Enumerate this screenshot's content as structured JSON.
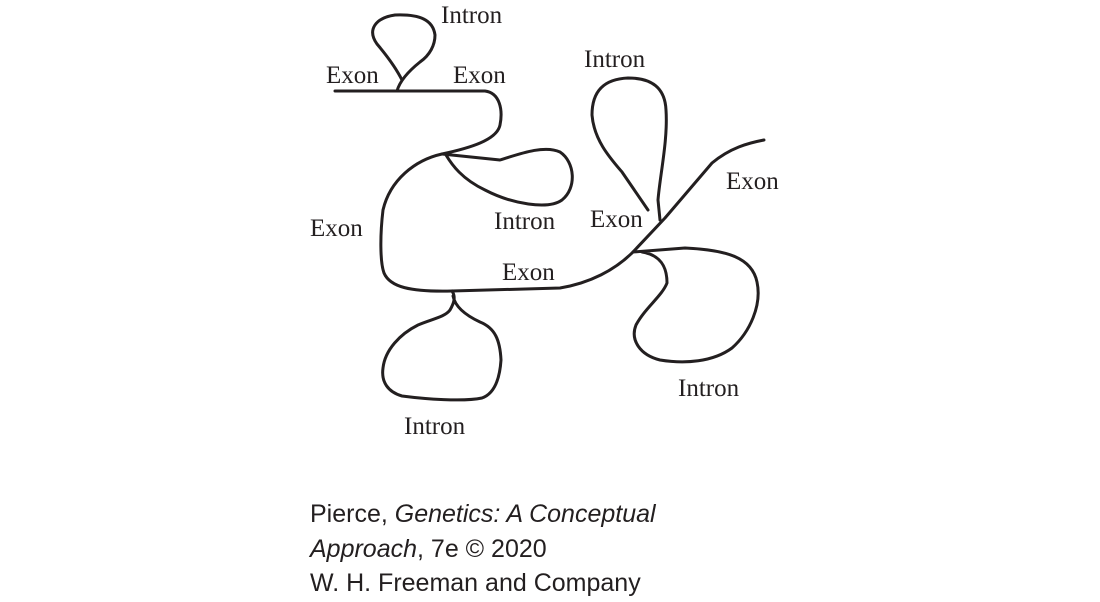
{
  "figure": {
    "labels": {
      "intron_top": "Intron",
      "exon_top_left": "Exon",
      "exon_top_right": "Exon",
      "intron_upper_right": "Intron",
      "exon_far_right": "Exon",
      "intron_middle": "Intron",
      "exon_middle_right": "Exon",
      "exon_left": "Exon",
      "exon_lower": "Exon",
      "intron_lower_right": "Intron",
      "intron_bottom": "Intron"
    }
  },
  "credit": {
    "author": "Pierce,",
    "title_part1": "Genetics: A Conceptual",
    "title_part2": "Approach",
    "edition": ", 7e © 2020",
    "publisher": "W. H. Freeman and Company"
  }
}
